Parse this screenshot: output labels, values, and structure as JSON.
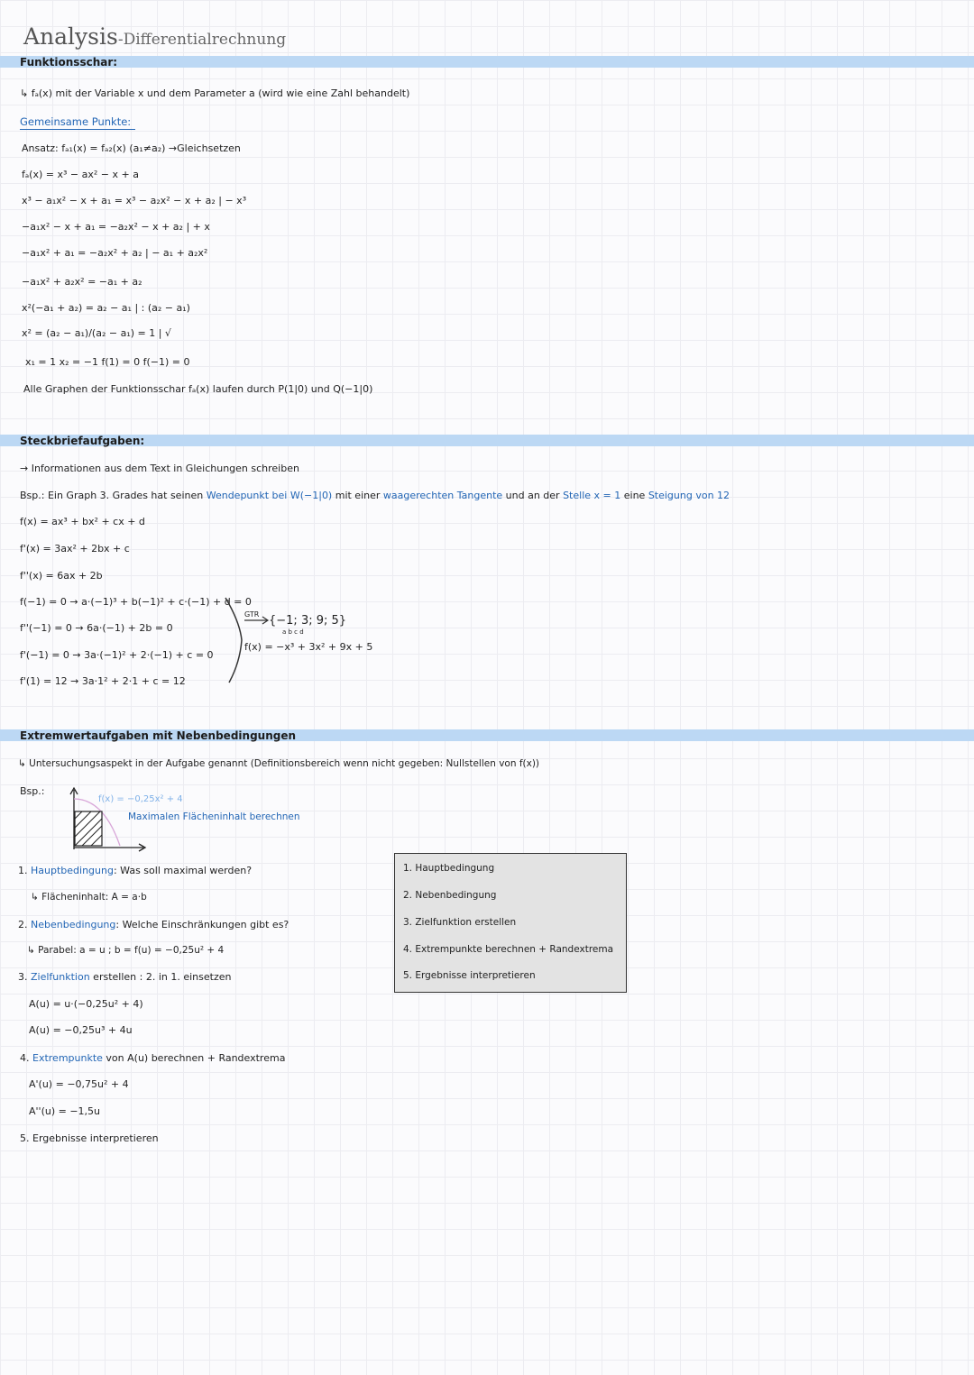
{
  "title": {
    "main": "Analysis",
    "sub": "-Differentialrechnung"
  },
  "section1": {
    "heading": "Funktionsschar:",
    "intro": "↳ fₐ(x) mit der Variable x und dem Parameter a (wird wie eine Zahl behandelt)",
    "sub_heading": "Gemeinsame Punkte:",
    "lines": [
      "Ansatz: fₐ₁(x) = fₐ₂(x)   (a₁≠a₂) →Gleichsetzen",
      "fₐ(x) = x³ − ax² − x + a",
      "x³ − a₁x² − x + a₁ = x³ − a₂x² − x + a₂   | − x³",
      "−a₁x² − x + a₁ = −a₂x² − x + a₂   | + x",
      "−a₁x² + a₁ = −a₂x² + a₂   | − a₁ + a₂x²",
      "−a₁x² + a₂x² = −a₁ + a₂",
      "x²(−a₁ + a₂) = a₂ − a₁   | : (a₂ − a₁)",
      "x² = (a₂ − a₁)/(a₂ − a₁) = 1   | √",
      "x₁ = 1   x₂ = −1        f(1) = 0   f(−1) = 0",
      "Alle Graphen der Funktionsschar fₐ(x) laufen durch P(1|0) und Q(−1|0)"
    ]
  },
  "section2": {
    "heading": "Steckbriefaufgaben:",
    "intro": "→ Informationen aus dem Text in Gleichungen schreiben",
    "example_parts": [
      "Bsp.: Ein Graph 3. Grades hat seinen ",
      "Wendepunkt bei W(−1|0)",
      " mit einer ",
      "waagerechten Tangente",
      " und an der ",
      "Stelle x = 1",
      " eine ",
      "Steigung von 12"
    ],
    "lines": [
      "f(x) = ax³ + bx² + cx + d",
      "f'(x) = 3ax² + 2bx + c",
      "f''(x) = 6ax + 2b",
      "f(−1) = 0  → a·(−1)³ + b(−1)² + c·(−1) + d = 0",
      "f''(−1) = 0  → 6a·(−1) + 2b = 0",
      "f'(−1) = 0  → 3a·(−1)² + 2·(−1) + c = 0",
      "f'(1) = 12  → 3a·1² + 2·1 + c = 12"
    ],
    "gtr_label": "GTR",
    "solution": "{−1; 3; 9; 5}",
    "solution_vars": "a   b   c   d",
    "result": "f(x) = −x³ + 3x² + 9x + 5"
  },
  "section3": {
    "heading": "Extremwertaufgaben mit Nebenbedingungen",
    "intro": "↳ Untersuchungsaspekt in der Aufgabe genannt (Definitionsbereich wenn nicht gegeben: Nullstellen von f(x))",
    "bsp": "Bsp.:",
    "graph_label": "f(x) = −0,25x² + 4",
    "graph_caption": "Maximalen Flächeninhalt berechnen",
    "steps": [
      {
        "num": "1.",
        "label": "Hauptbedingung",
        "rest": ": Was soll maximal werden?"
      },
      {
        "num": "2.",
        "label": "Nebenbedingung",
        "rest": ": Welche Einschränkungen gibt es?"
      },
      {
        "num": "3.",
        "label": "Zielfunktion",
        "rest": " erstellen : 2. in 1. einsetzen"
      },
      {
        "num": "4.",
        "label": "Extrempunkte",
        "rest": " von A(u) berechnen + Randextrema"
      },
      {
        "num": "5.",
        "label": "",
        "rest": "Ergebnisse interpretieren"
      }
    ],
    "step1_detail": "↳ Flächeninhalt: A = a·b",
    "step2_detail": "↳ Parabel: a = u ; b = f(u) = −0,25u² + 4",
    "step3_lines": [
      "A(u) = u·(−0,25u² + 4)",
      "A(u) = −0,25u³ + 4u"
    ],
    "step4_lines": [
      "A'(u) = −0,75u² + 4",
      "A''(u) = −1,5u"
    ],
    "checklist": [
      "1. Hauptbedingung",
      "2. Nebenbedingung",
      "3. Zielfunktion erstellen",
      "4. Extrempunkte berechnen + Randextrema",
      "5. Ergebnisse interpretieren"
    ]
  },
  "colors": {
    "band": "#bcd8f4",
    "accent_blue": "#2366b5",
    "light_blue": "#7fb1e8",
    "grid": "#ececf1"
  }
}
